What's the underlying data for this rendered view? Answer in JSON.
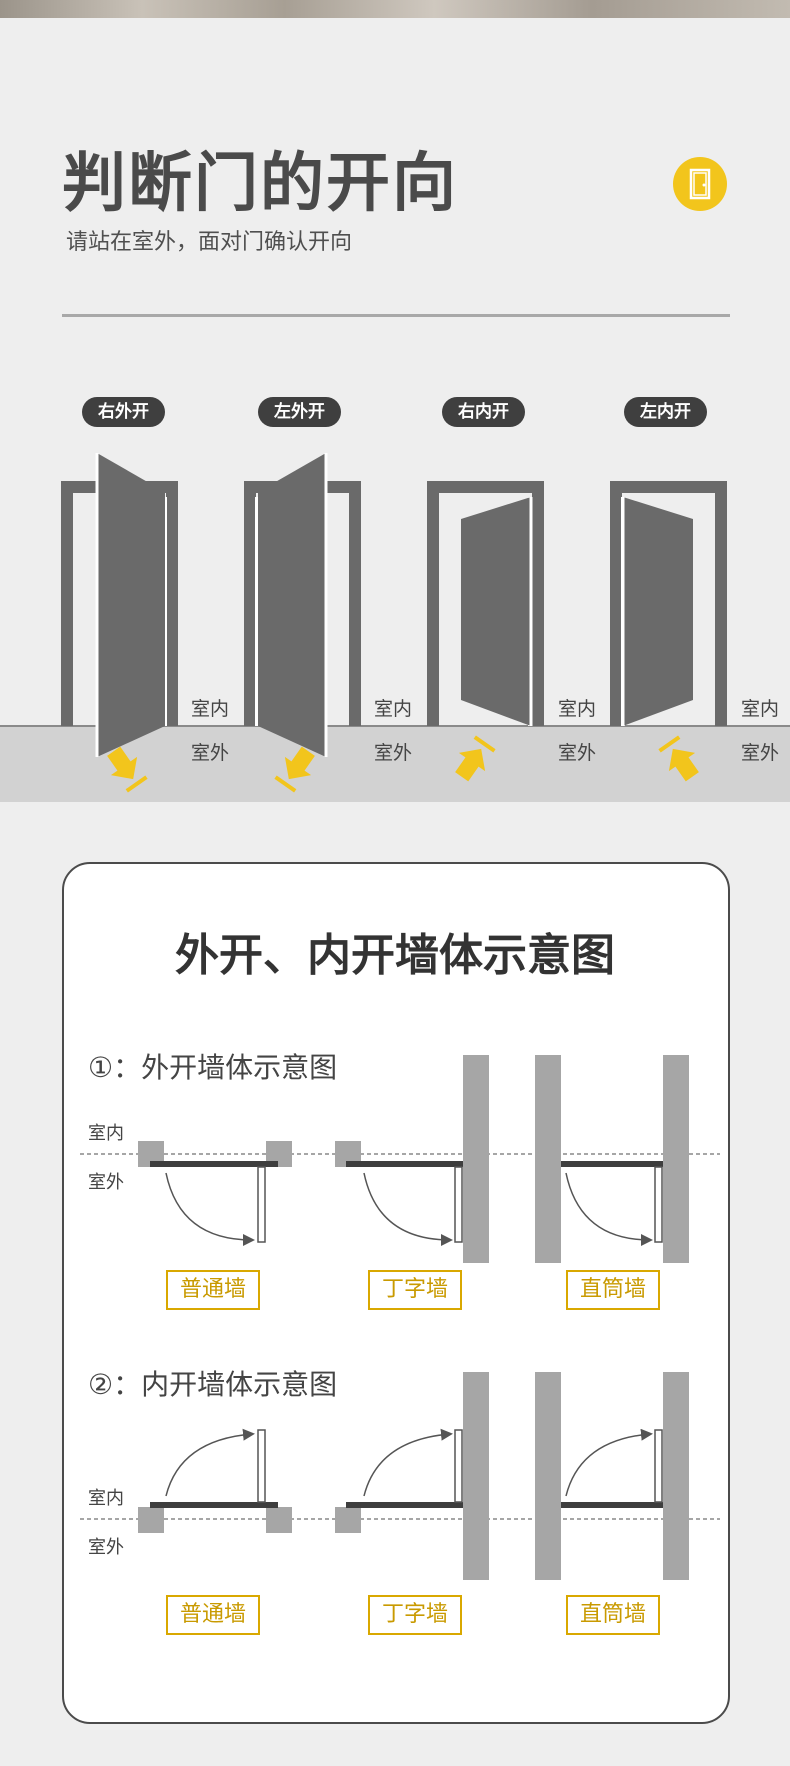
{
  "header": {
    "title": "判断门的开向",
    "subtitle": "请站在室外，面对门确认开向"
  },
  "colors": {
    "accent": "#f2c51c",
    "tag_border": "#d9a800",
    "door_gray": "#6a6a6a",
    "wall_gray": "#a6a6a6"
  },
  "icons": {
    "badge": "door-icon",
    "arrow": "arrow-icon"
  },
  "door_types": [
    {
      "label": "右外开",
      "inside": "室内",
      "outside": "室外"
    },
    {
      "label": "左外开",
      "inside": "室内",
      "outside": "室外"
    },
    {
      "label": "右内开",
      "inside": "室内",
      "outside": "室外"
    },
    {
      "label": "左内开",
      "inside": "室内",
      "outside": "室外"
    }
  ],
  "walls": {
    "title": "外开、内开墙体示意图",
    "outward": {
      "title": "①：外开墙体示意图",
      "inside": "室内",
      "outside": "室外",
      "types": [
        "普通墙",
        "丁字墙",
        "直筒墙"
      ]
    },
    "inward": {
      "title": "②：内开墙体示意图",
      "inside": "室内",
      "outside": "室外",
      "types": [
        "普通墙",
        "丁字墙",
        "直筒墙"
      ]
    }
  }
}
